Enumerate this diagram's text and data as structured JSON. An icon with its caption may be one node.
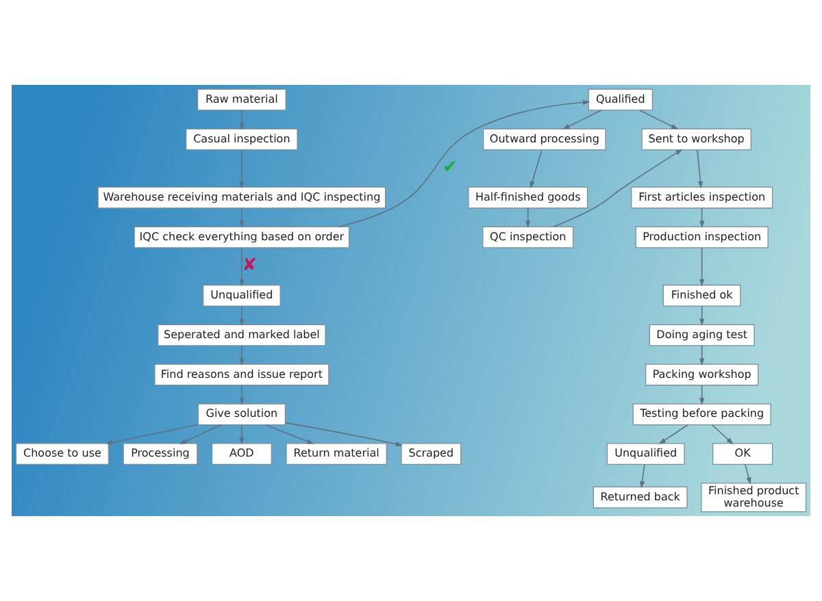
{
  "diagram": {
    "nodes": [
      {
        "text": [
          "Raw material"
        ]
      },
      {
        "text": [
          "Casual inspection"
        ]
      },
      {
        "text": [
          "Warehouse receiving materials and IQC inspecting"
        ]
      },
      {
        "text": [
          "IQC check everything based on order"
        ]
      },
      {
        "text": [
          "Unqualified"
        ]
      },
      {
        "text": [
          "Seperated and marked label"
        ]
      },
      {
        "text": [
          "Find reasons and issue report"
        ]
      },
      {
        "text": [
          "Give solution"
        ]
      },
      {
        "text": [
          "Choose to use"
        ]
      },
      {
        "text": [
          "Processing"
        ]
      },
      {
        "text": [
          "AOD"
        ]
      },
      {
        "text": [
          "Return material"
        ]
      },
      {
        "text": [
          "Scraped"
        ]
      },
      {
        "text": [
          "Qualified"
        ]
      },
      {
        "text": [
          "Outward processing"
        ]
      },
      {
        "text": [
          "Half-finished goods"
        ]
      },
      {
        "text": [
          "QC inspection"
        ]
      },
      {
        "text": [
          "Sent to workshop"
        ]
      },
      {
        "text": [
          "First articles inspection"
        ]
      },
      {
        "text": [
          "Production inspection"
        ]
      },
      {
        "text": [
          "Finished ok"
        ]
      },
      {
        "text": [
          "Doing aging test"
        ]
      },
      {
        "text": [
          "Packing workshop"
        ]
      },
      {
        "text": [
          "Testing before packing"
        ]
      },
      {
        "text": [
          "Unqualified"
        ]
      },
      {
        "text": [
          "OK"
        ]
      },
      {
        "text": [
          "Returned back"
        ]
      },
      {
        "text": [
          "Finished product warehouse"
        ]
      }
    ],
    "edges": [
      {
        "from": 0,
        "to": 1,
        "arrow": "to"
      },
      {
        "from": 1,
        "to": 2,
        "arrow": "to"
      },
      {
        "from": 2,
        "to": 3,
        "arrow": "to"
      },
      {
        "from": 3,
        "to": 4,
        "arrow": "to",
        "label": "✘"
      },
      {
        "from": 4,
        "to": 5,
        "arrow": "to"
      },
      {
        "from": 5,
        "to": 6,
        "arrow": "to"
      },
      {
        "from": 6,
        "to": 7,
        "arrow": "to"
      },
      {
        "from": 7,
        "to": 8,
        "arrow": "to"
      },
      {
        "from": 7,
        "to": 9,
        "arrow": "to"
      },
      {
        "from": 7,
        "to": 10,
        "arrow": "to"
      },
      {
        "from": 7,
        "to": 11,
        "arrow": "to"
      },
      {
        "from": 7,
        "to": 12,
        "arrow": "to"
      },
      {
        "from": 3,
        "to": 13,
        "arrow": "to",
        "label": "✔"
      },
      {
        "from": 13,
        "to": 14,
        "arrow": "to"
      },
      {
        "from": 13,
        "to": 17,
        "arrow": "to"
      },
      {
        "from": 14,
        "to": 15,
        "arrow": "to"
      },
      {
        "from": 15,
        "to": 16,
        "arrow": "to"
      },
      {
        "from": 16,
        "to": 17,
        "arrow": "to"
      },
      {
        "from": 17,
        "to": 18,
        "arrow": "to"
      },
      {
        "from": 18,
        "to": 19,
        "arrow": "to"
      },
      {
        "from": 19,
        "to": 20,
        "arrow": "to"
      },
      {
        "from": 20,
        "to": 21,
        "arrow": "to"
      },
      {
        "from": 21,
        "to": 22,
        "arrow": "to"
      },
      {
        "from": 22,
        "to": 23,
        "arrow": "to"
      },
      {
        "from": 23,
        "to": 24,
        "arrow": "to"
      },
      {
        "from": 23,
        "to": 25,
        "arrow": "to"
      },
      {
        "from": 24,
        "to": 26,
        "arrow": "to"
      },
      {
        "from": 25,
        "to": 27,
        "arrow": "to"
      }
    ]
  }
}
